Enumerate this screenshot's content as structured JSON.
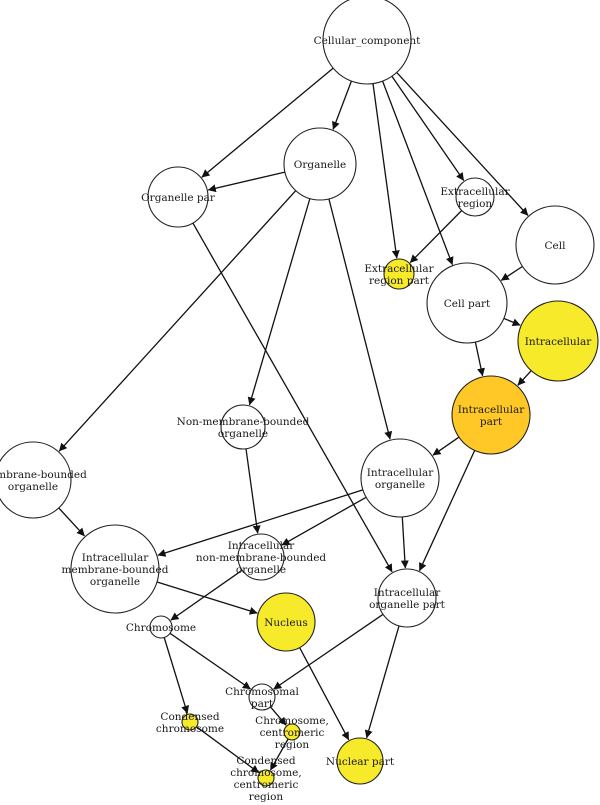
{
  "colors": {
    "plain": "#ffffff",
    "highlight": "#f6ea2a",
    "highlight_strong": "#ffc826",
    "stroke": "#222222",
    "edge": "#111111"
  },
  "nodes": {
    "cellular_component": {
      "label": "Cellular_component",
      "fill": "plain"
    },
    "organelle": {
      "label": "Organelle",
      "fill": "plain"
    },
    "organelle_part": {
      "label": "Organelle par",
      "fill": "plain"
    },
    "extracellular_region": {
      "label": "Extracellular region",
      "fill": "plain"
    },
    "extracellular_region_part": {
      "label": "Extracellular region part",
      "fill": "highlight"
    },
    "cell": {
      "label": "Cell",
      "fill": "plain"
    },
    "cell_part": {
      "label": "Cell part",
      "fill": "plain"
    },
    "intracellular": {
      "label": "Intracellular",
      "fill": "highlight"
    },
    "intracellular_part": {
      "label": "Intracellular part",
      "fill": "highlight_strong"
    },
    "non_membrane_bounded_organelle": {
      "label": "Non-membrane-bounded organelle",
      "fill": "plain"
    },
    "membrane_bounded_organelle": {
      "label": "Membrane-bounded organelle",
      "fill": "plain"
    },
    "intracellular_organelle": {
      "label": "Intracellular organelle",
      "fill": "plain"
    },
    "intracellular_membrane_bounded_organelle": {
      "label": "Intracellular membrane-bounded organelle",
      "fill": "plain"
    },
    "intracellular_non_membrane_bounded_organelle": {
      "label": "Intracellular non-membrane-bounded organelle",
      "fill": "plain"
    },
    "intracellular_organelle_part": {
      "label": "Intracellular organelle part",
      "fill": "plain"
    },
    "nucleus": {
      "label": "Nucleus",
      "fill": "highlight"
    },
    "chromosome": {
      "label": "Chromosome",
      "fill": "plain"
    },
    "chromosomal_part": {
      "label": "Chromosomal part",
      "fill": "plain"
    },
    "condensed_chromosome": {
      "label": "Condensed chromosome",
      "fill": "highlight"
    },
    "chromosome_centromeric_region": {
      "label": "Chromosome, centromeric region",
      "fill": "highlight"
    },
    "condensed_chromosome_centromeric_region": {
      "label": "Condensed chromosome, centromeric region",
      "fill": "highlight"
    },
    "nuclear_part": {
      "label": "Nuclear part",
      "fill": "highlight"
    }
  },
  "edges": [
    [
      "cellular_component",
      "organelle"
    ],
    [
      "cellular_component",
      "organelle_part"
    ],
    [
      "cellular_component",
      "extracellular_region"
    ],
    [
      "cellular_component",
      "extracellular_region_part"
    ],
    [
      "cellular_component",
      "cell"
    ],
    [
      "cellular_component",
      "cell_part"
    ],
    [
      "organelle",
      "organelle_part"
    ],
    [
      "organelle",
      "membrane_bounded_organelle"
    ],
    [
      "organelle",
      "non_membrane_bounded_organelle"
    ],
    [
      "organelle",
      "intracellular_organelle"
    ],
    [
      "organelle_part",
      "intracellular_organelle_part"
    ],
    [
      "extracellular_region",
      "extracellular_region_part"
    ],
    [
      "cell",
      "cell_part"
    ],
    [
      "cell_part",
      "intracellular"
    ],
    [
      "cell_part",
      "intracellular_part"
    ],
    [
      "intracellular",
      "intracellular_part"
    ],
    [
      "intracellular_part",
      "intracellular_organelle"
    ],
    [
      "intracellular_part",
      "intracellular_organelle_part"
    ],
    [
      "non_membrane_bounded_organelle",
      "intracellular_non_membrane_bounded_organelle"
    ],
    [
      "membrane_bounded_organelle",
      "intracellular_membrane_bounded_organelle"
    ],
    [
      "intracellular_organelle",
      "intracellular_membrane_bounded_organelle"
    ],
    [
      "intracellular_organelle",
      "intracellular_non_membrane_bounded_organelle"
    ],
    [
      "intracellular_organelle",
      "intracellular_organelle_part"
    ],
    [
      "intracellular_membrane_bounded_organelle",
      "nucleus"
    ],
    [
      "intracellular_non_membrane_bounded_organelle",
      "chromosome"
    ],
    [
      "intracellular_organelle_part",
      "chromosomal_part"
    ],
    [
      "intracellular_organelle_part",
      "nuclear_part"
    ],
    [
      "nucleus",
      "nuclear_part"
    ],
    [
      "chromosome",
      "chromosomal_part"
    ],
    [
      "chromosome",
      "condensed_chromosome"
    ],
    [
      "chromosomal_part",
      "chromosome_centromeric_region"
    ],
    [
      "condensed_chromosome",
      "condensed_chromosome_centromeric_region"
    ],
    [
      "chromosome_centromeric_region",
      "condensed_chromosome_centromeric_region"
    ]
  ]
}
